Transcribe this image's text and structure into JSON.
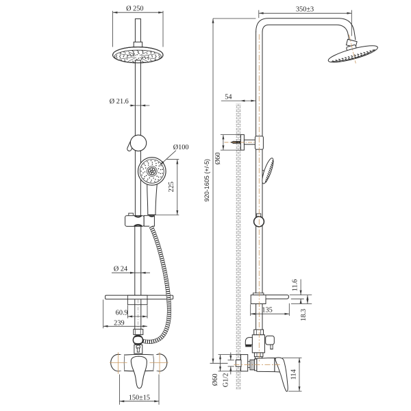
{
  "colors": {
    "background": "#ffffff",
    "line": "#2f2f2f",
    "centerline": "#c9975f"
  },
  "front_view": {
    "labels": {
      "head_diameter": "Ø 250",
      "upper_pipe_diameter": "Ø 21.6",
      "hand_shower_diameter": "Ø100",
      "hand_shower_drop": "225",
      "lower_pipe_diameter": "Ø 24",
      "shelf_mount_width": "60.9",
      "shelf_width": "239",
      "supply_centers": "150±15"
    }
  },
  "side_view": {
    "labels": {
      "arm_reach": "350±3",
      "height_range": "920-1605 (+/-5)",
      "wall_offset": "54",
      "bracket_flange_diameter": "Ø60",
      "shelf_lip_thickness": "11.6",
      "shelf_depth": "135",
      "shelf_mount_depth": "18.3",
      "escutcheon_diameter": "Ø60",
      "connection_thread": "G1/2",
      "handle_height": "114"
    }
  }
}
